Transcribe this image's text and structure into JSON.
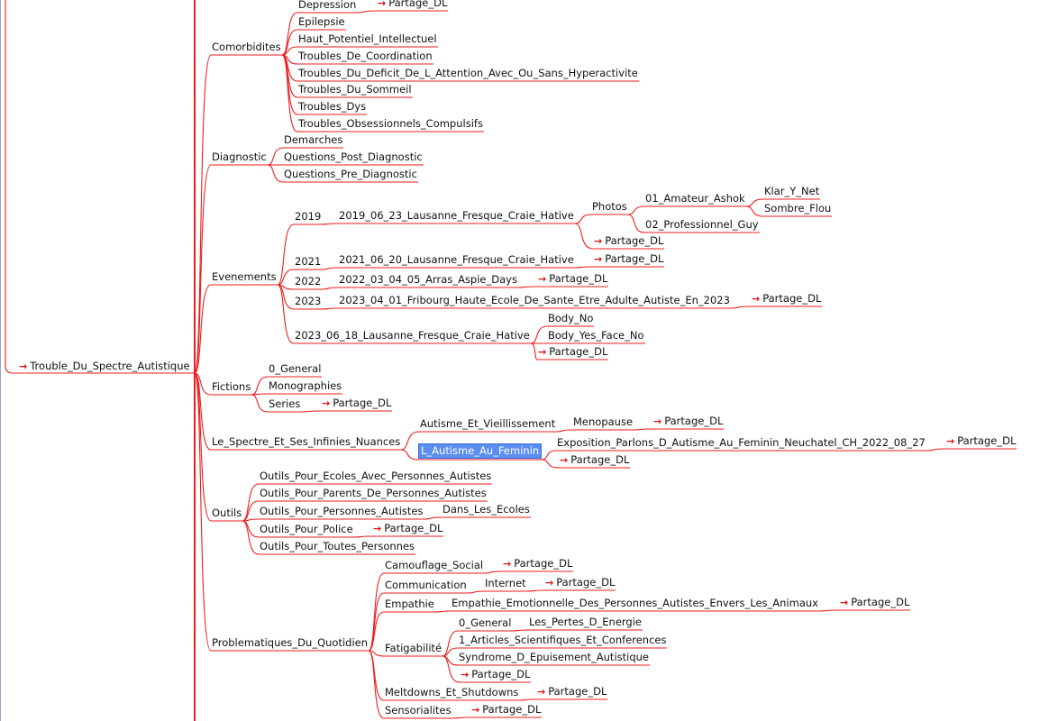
{
  "mindmap": {
    "link_prefix": "→",
    "selected_node_id": "l_autisme_au_feminin",
    "colors": {
      "branch_line": "#ee1c1c",
      "selection_bg": "#5b8ef0",
      "link_arrow": "#e01010"
    },
    "nodes": [
      {
        "id": "depression",
        "text": "Depression"
      },
      {
        "id": "depression_link",
        "text": "Partage_DL",
        "link": true
      },
      {
        "id": "epilepsie",
        "text": "Epilepsie"
      },
      {
        "id": "hpi",
        "text": "Haut_Potentiel_Intellectuel"
      },
      {
        "id": "coord",
        "text": "Troubles_De_Coordination"
      },
      {
        "id": "tdah",
        "text": "Troubles_Du_Deficit_De_L_Attention_Avec_Ou_Sans_Hyperactivite"
      },
      {
        "id": "sommeil",
        "text": "Troubles_Du_Sommeil"
      },
      {
        "id": "dys",
        "text": "Troubles_Dys"
      },
      {
        "id": "toc",
        "text": "Troubles_Obsessionnels_Compulsifs"
      },
      {
        "id": "comorbidites",
        "text": "Comorbidites"
      },
      {
        "id": "demarches",
        "text": "Demarches"
      },
      {
        "id": "q_post",
        "text": "Questions_Post_Diagnostic"
      },
      {
        "id": "q_pre",
        "text": "Questions_Pre_Diagnostic"
      },
      {
        "id": "diagnostic",
        "text": "Diagnostic"
      },
      {
        "id": "klar",
        "text": "Klar_Y_Net"
      },
      {
        "id": "amateur",
        "text": "01_Amateur_Ashok"
      },
      {
        "id": "sombre",
        "text": "Sombre_Flou"
      },
      {
        "id": "photos",
        "text": "Photos"
      },
      {
        "id": "y2019",
        "text": "2019"
      },
      {
        "id": "ev2019",
        "text": "2019_06_23_Lausanne_Fresque_Craie_Hative"
      },
      {
        "id": "pro",
        "text": "02_Professionnel_Guy"
      },
      {
        "id": "ev2019_link",
        "text": "Partage_DL",
        "link": true
      },
      {
        "id": "ev2021_link",
        "text": "Partage_DL",
        "link": true
      },
      {
        "id": "y2021",
        "text": "2021"
      },
      {
        "id": "ev2021",
        "text": "2021_06_20_Lausanne_Fresque_Craie_Hative"
      },
      {
        "id": "evenements",
        "text": "Evenements"
      },
      {
        "id": "ev2022_link",
        "text": "Partage_DL",
        "link": true
      },
      {
        "id": "y2022",
        "text": "2022"
      },
      {
        "id": "ev2022",
        "text": "2022_03_04_05_Arras_Aspie_Days"
      },
      {
        "id": "y2023",
        "text": "2023"
      },
      {
        "id": "ev2023",
        "text": "2023_04_01_Fribourg_Haute_Ecole_De_Sante_Etre_Adulte_Autiste_En_2023"
      },
      {
        "id": "ev2023_link",
        "text": "Partage_DL",
        "link": true
      },
      {
        "id": "body_no",
        "text": "Body_No"
      },
      {
        "id": "ev2023b",
        "text": "2023_06_18_Lausanne_Fresque_Craie_Hative"
      },
      {
        "id": "body_yes",
        "text": "Body_Yes_Face_No"
      },
      {
        "id": "ev2023b_link",
        "text": "Partage_DL",
        "link": true
      },
      {
        "id": "root",
        "text": "Trouble_Du_Spectre_Autistique",
        "link": true
      },
      {
        "id": "general",
        "text": "0_General"
      },
      {
        "id": "monographies",
        "text": "Monographies"
      },
      {
        "id": "fictions",
        "text": "Fictions"
      },
      {
        "id": "series",
        "text": "Series"
      },
      {
        "id": "series_link",
        "text": "Partage_DL",
        "link": true
      },
      {
        "id": "vieillissement",
        "text": "Autisme_Et_Vieillissement"
      },
      {
        "id": "menopause",
        "text": "Menopause"
      },
      {
        "id": "menopause_link",
        "text": "Partage_DL",
        "link": true
      },
      {
        "id": "spectre",
        "text": "Le_Spectre_Et_Ses_Infinies_Nuances"
      },
      {
        "id": "l_autisme_au_feminin",
        "text": "L_Autisme_Au_Feminin"
      },
      {
        "id": "expo",
        "text": "Exposition_Parlons_D_Autisme_Au_Feminin_Neuchatel_CH_2022_08_27"
      },
      {
        "id": "expo_link",
        "text": "Partage_DL",
        "link": true
      },
      {
        "id": "feminin_link",
        "text": "Partage_DL",
        "link": true
      },
      {
        "id": "o_ecoles",
        "text": "Outils_Pour_Ecoles_Avec_Personnes_Autistes"
      },
      {
        "id": "o_parents",
        "text": "Outils_Pour_Parents_De_Personnes_Autistes"
      },
      {
        "id": "outils",
        "text": "Outils"
      },
      {
        "id": "o_personnes",
        "text": "Outils_Pour_Personnes_Autistes"
      },
      {
        "id": "dans_ecoles",
        "text": "Dans_Les_Ecoles"
      },
      {
        "id": "o_police",
        "text": "Outils_Pour_Police"
      },
      {
        "id": "police_link",
        "text": "Partage_DL",
        "link": true
      },
      {
        "id": "o_toutes",
        "text": "Outils_Pour_Toutes_Personnes"
      },
      {
        "id": "camouflage",
        "text": "Camouflage_Social"
      },
      {
        "id": "camouflage_link",
        "text": "Partage_DL",
        "link": true
      },
      {
        "id": "communication",
        "text": "Communication"
      },
      {
        "id": "internet",
        "text": "Internet"
      },
      {
        "id": "internet_link",
        "text": "Partage_DL",
        "link": true
      },
      {
        "id": "empathie",
        "text": "Empathie"
      },
      {
        "id": "empathie_em",
        "text": "Empathie_Emotionnelle_Des_Personnes_Autistes_Envers_Les_Animaux"
      },
      {
        "id": "empathie_link",
        "text": "Partage_DL",
        "link": true
      },
      {
        "id": "fat_general",
        "text": "0_General"
      },
      {
        "id": "pertes",
        "text": "Les_Pertes_D_Energie"
      },
      {
        "id": "problematiques",
        "text": "Problematiques_Du_Quotidien"
      },
      {
        "id": "fatigabilite",
        "text": "Fatigabilité"
      },
      {
        "id": "articles",
        "text": "1_Articles_Scientifiques_Et_Conferences"
      },
      {
        "id": "syndrome",
        "text": "Syndrome_D_Epuisement_Autistique"
      },
      {
        "id": "fat_link",
        "text": "Partage_DL",
        "link": true
      },
      {
        "id": "meltdowns",
        "text": "Meltdowns_Et_Shutdowns"
      },
      {
        "id": "meltdowns_link",
        "text": "Partage_DL",
        "link": true
      },
      {
        "id": "sensorialites",
        "text": "Sensorialites"
      },
      {
        "id": "sensorialites_link",
        "text": "Partage_DL",
        "link": true
      }
    ]
  }
}
